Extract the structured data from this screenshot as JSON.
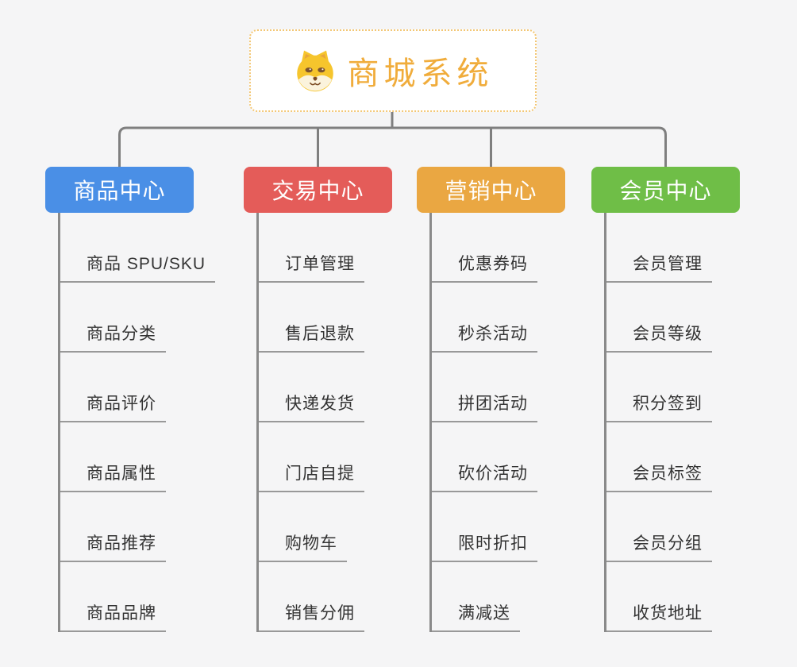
{
  "root": {
    "title": "商城系统",
    "icon": "dog-face-icon"
  },
  "branches": [
    {
      "id": "product-center",
      "label": "商品中心",
      "color": "#4A8FE6",
      "children": [
        "商品 SPU/SKU",
        "商品分类",
        "商品评价",
        "商品属性",
        "商品推荐",
        "商品品牌"
      ]
    },
    {
      "id": "trade-center",
      "label": "交易中心",
      "color": "#E45C59",
      "children": [
        "订单管理",
        "售后退款",
        "快递发货",
        "门店自提",
        "购物车",
        "销售分佣"
      ]
    },
    {
      "id": "marketing-center",
      "label": "营销中心",
      "color": "#EAA742",
      "children": [
        "优惠券码",
        "秒杀活动",
        "拼团活动",
        "砍价活动",
        "限时折扣",
        "满减送"
      ]
    },
    {
      "id": "member-center",
      "label": "会员中心",
      "color": "#6FBE47",
      "children": [
        "会员管理",
        "会员等级",
        "积分签到",
        "会员标签",
        "会员分组",
        "收货地址"
      ]
    }
  ],
  "colors": {
    "background": "#F5F5F6",
    "root_text": "#F0AC3B",
    "root_border": "#F3C775",
    "connector": "#7F7F7F",
    "leaf_line": "#999999",
    "leaf_vertical_line": "#8A8A8A",
    "leaf_text": "#333333"
  }
}
